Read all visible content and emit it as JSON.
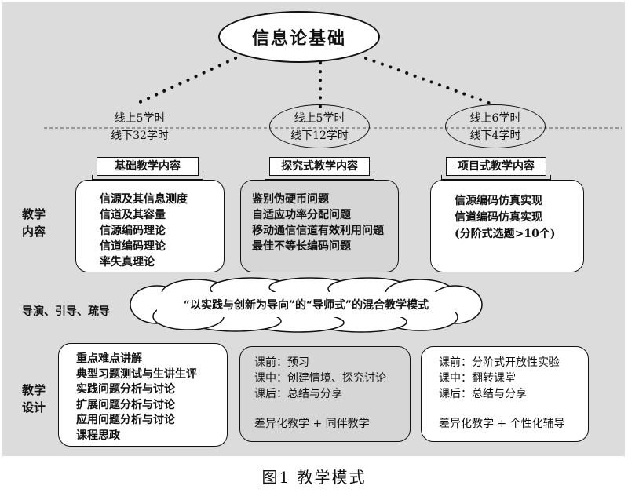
{
  "title": "信息论基础",
  "hours": [
    {
      "online": "线上5学时",
      "offline": "线下32学时"
    },
    {
      "online": "线上5学时",
      "offline": "线下12学时"
    },
    {
      "online": "线上6学时",
      "offline": "线下4学时"
    }
  ],
  "teaching_content": {
    "label": [
      "教学",
      "内容"
    ],
    "columns": [
      {
        "header": "基础教学内容",
        "items": [
          "信源及其信息测度",
          "信道及其容量",
          "信源编码理论",
          "信道编码理论",
          "率失真理论"
        ]
      },
      {
        "header": "探究式教学内容",
        "items": [
          "鉴别伪硬币问题",
          "自适应功率分配问题",
          "移动通信信道有效利用问题",
          "最佳不等长编码问题"
        ]
      },
      {
        "header": "项目式教学内容",
        "items": [
          "信源编码仿真实现",
          "信道编码仿真实现",
          "(分阶式选题>10个)"
        ]
      }
    ]
  },
  "guidance": {
    "label": "导演、引导、疏导",
    "cloud_text": "“以实践与创新为导向”的“导师式”的混合教学模式"
  },
  "teaching_design": {
    "label": [
      "教学",
      "设计"
    ],
    "columns": [
      {
        "items": [
          "重点难点讲解",
          "典型习题测试与生讲生评",
          "实践问题分析与讨论",
          "扩展问题分析与讨论",
          "应用问题分析与讨论",
          "课程思政"
        ],
        "footer": ""
      },
      {
        "items": [
          "课前：预习",
          "课中：创建情境、探究讨论",
          "课后：总结与分享"
        ],
        "footer": "差异化教学 + 同伴教学"
      },
      {
        "items": [
          "课前：分阶式开放性实验",
          "课中：翻转课堂",
          "课后：总结与分享"
        ],
        "footer": "差异化教学 + 个性化辅导"
      }
    ]
  },
  "caption": "图1  教学模式"
}
